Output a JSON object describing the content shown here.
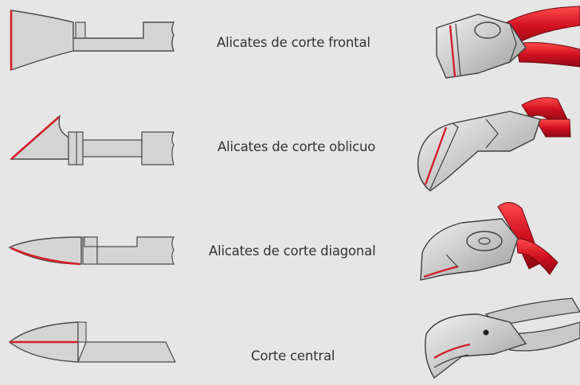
{
  "rows": [
    {
      "label": "Alicates de corte frontal"
    },
    {
      "label": "Alicates de corte oblicuo"
    },
    {
      "label": "Alicates de corte diagonal"
    },
    {
      "label": "Corte central"
    }
  ],
  "colors": {
    "background": "#e6e6e6",
    "outline": "#4a4a4a",
    "fill": "#d4d4d4",
    "cutting_edge": "#d21f2a",
    "handle": "#c8102e"
  },
  "icons": [
    "front-cutter-pliers-icon",
    "oblique-cutter-pliers-icon",
    "diagonal-cutter-pliers-icon",
    "center-cutter-pliers-icon"
  ]
}
